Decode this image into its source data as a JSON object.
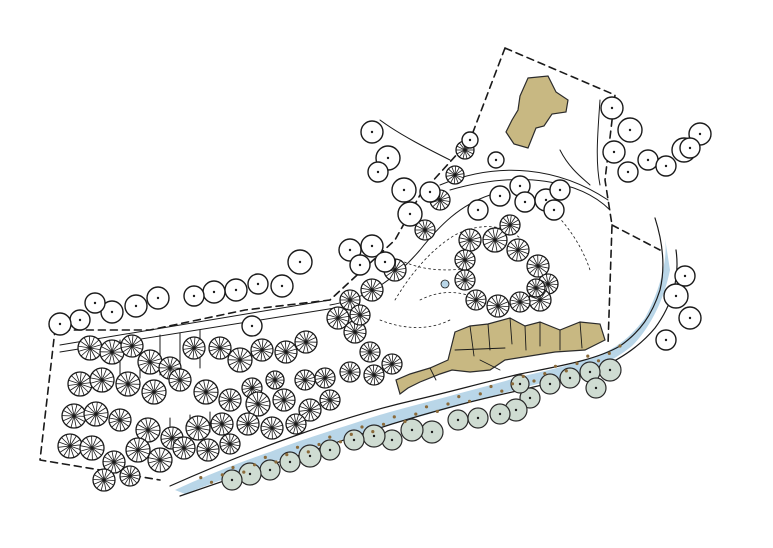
{
  "colors": {
    "ink": "#1a1a1a",
    "building": "#c8b882",
    "building_outline": "#2b2b2b",
    "water": "#b9d6e8",
    "existing_tree": "#cfdcd2",
    "paper": "#ffffff"
  },
  "legend_groups": [
    {
      "name": "site-boundary",
      "style": "dashed line"
    },
    {
      "name": "buildings",
      "style": "tan fill"
    },
    {
      "name": "stream",
      "style": "light blue fill"
    },
    {
      "name": "deciduous-trees",
      "style": "white canopy with dots"
    },
    {
      "name": "dense-trees",
      "style": "radial-hatched canopy"
    },
    {
      "name": "riparian-trees",
      "style": "sage green canopy"
    }
  ]
}
